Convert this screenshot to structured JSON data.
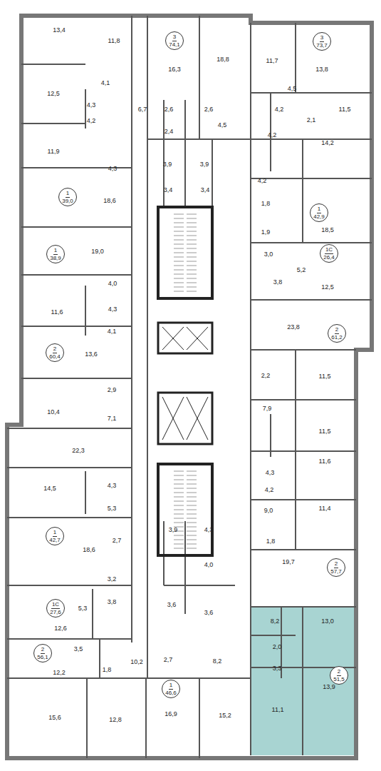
{
  "diagram": {
    "nodes": [
      {
        "text": [
          "3",
          "74,1"
        ]
      },
      {
        "text": [
          "3",
          "73,7"
        ]
      },
      {
        "text": [
          "1",
          "39,0"
        ]
      },
      {
        "text": [
          "1",
          "42,9"
        ]
      },
      {
        "text": [
          "1",
          "38,9"
        ]
      },
      {
        "text": [
          "1С",
          "26,4"
        ]
      },
      {
        "text": [
          "2",
          "61,2"
        ]
      },
      {
        "text": [
          "2",
          "60,4"
        ]
      },
      {
        "text": [
          "1",
          "42,7"
        ]
      },
      {
        "text": [
          "2",
          "57,7"
        ]
      },
      {
        "text": [
          "1С",
          "27,6"
        ]
      },
      {
        "text": [
          "2",
          "56,1"
        ]
      },
      {
        "text": [
          "2",
          "51,5"
        ]
      },
      {
        "text": [
          "1",
          "46,6"
        ]
      }
    ],
    "labels": [
      "13,4",
      "11,8",
      "16,3",
      "18,8",
      "11,7",
      "13,8",
      "4,1",
      "4,5",
      "12,5",
      "4,3",
      "6,7",
      "2,6",
      "2,6",
      "4,2",
      "11,5",
      "2,1",
      "4,2",
      "4,5",
      "2,4",
      "4,2",
      "14,2",
      "11,9",
      "3,9",
      "3,9",
      "4,3",
      "4,2",
      "3,4",
      "3,4",
      "18,6",
      "1,8",
      "18,5",
      "1,9",
      "19,0",
      "3,0",
      "5,2",
      "3,8",
      "4,0",
      "12,5",
      "4,3",
      "11,6",
      "23,8",
      "4,1",
      "13,6",
      "2,2",
      "11,5",
      "2,9",
      "7,9",
      "10,4",
      "7,1",
      "11,5",
      "22,3",
      "11,6",
      "4,3",
      "4,3",
      "14,5",
      "4,2",
      "5,3",
      "9,0",
      "11,4",
      "3,9",
      "4,3",
      "2,7",
      "1,8",
      "18,6",
      "19,7",
      "4,0",
      "3,2",
      "3,8",
      "3,6",
      "5,3",
      "3,6",
      "8,2",
      "13,0",
      "12,6",
      "2,0",
      "3,5",
      "8,2",
      "2,7",
      "10,2",
      "3,3",
      "1,8",
      "12,2",
      "13,9",
      "11,1",
      "16,9",
      "15,2",
      "15,6",
      "12,8"
    ]
  }
}
